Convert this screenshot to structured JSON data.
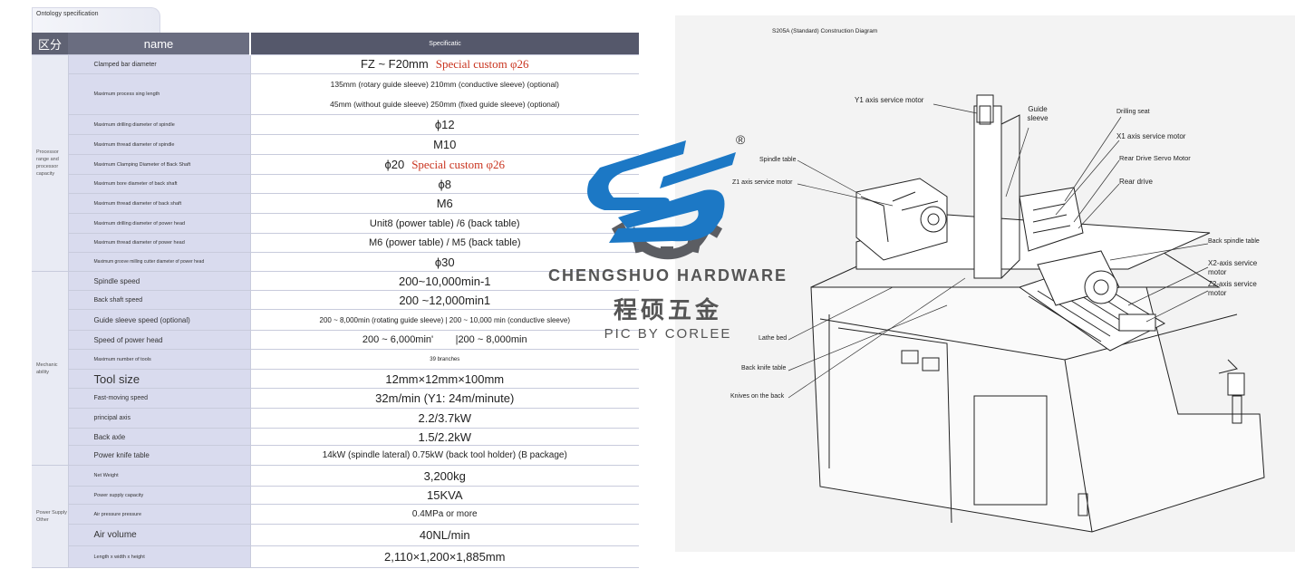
{
  "spec": {
    "tab_label": "Ontology specification",
    "headers": {
      "category": "区分",
      "name": "name",
      "spec": "Specificatic"
    },
    "categories": {
      "processing": "Processor range and processor capacity",
      "mechanic": "Mechanic ability",
      "power": "Power Supply Other"
    },
    "rows": [
      {
        "name": "Clamped bar diameter",
        "value": "FZ ~ F20mm",
        "note": "Special custom φ26"
      },
      {
        "name": "Maximum process sing length",
        "value": "135mm (rotary guide sleeve) 210mm (conductive sleeve) (optional)",
        "value2": "45mm (without guide sleeve) 250mm (fixed guide sleeve) (optional)"
      },
      {
        "name": "Maximum drilling diameter of spindle",
        "value": "ϕ12"
      },
      {
        "name": "Maximum thread diameter of spindle",
        "value": "M10"
      },
      {
        "name": "Maximum Clamping Diameter of Back Shaft",
        "value": "ϕ20",
        "note": "Special custom φ26"
      },
      {
        "name": "Maximum bore diameter of back shaft",
        "value": "ϕ8"
      },
      {
        "name": "Maximum thread diameter of back shaft",
        "value": "M6"
      },
      {
        "name": "Maximum drilling diameter of power head",
        "value": "Unit8 (power table) /6 (back table)"
      },
      {
        "name": "Maximum thread diameter of power head",
        "value": "M6 (power table) / M5 (back table)"
      },
      {
        "name": "Maximum groove milling cutter diameter of power head",
        "value": "ϕ30"
      },
      {
        "name": "Spindle speed",
        "value": "200~10,000min-1"
      },
      {
        "name": "Back shaft speed",
        "value": "200 ~12,000min1"
      },
      {
        "name": "Guide sleeve speed (optional)",
        "value": "200 ~ 8,000min (rotating guide sleeve) | 200 ~ 10,000 min (conductive sleeve)"
      },
      {
        "name": "Speed of power head",
        "value": "200 ~ 6,000min'        |200 ~ 8,000min"
      },
      {
        "name": "Maximum number of tools",
        "value": "39 branches"
      },
      {
        "name": "Tool size",
        "value": "12mm×12mm×100mm"
      },
      {
        "name": "Fast-moving speed",
        "value": "32m/min (Y1: 24m/minute)"
      },
      {
        "name": "principal axis",
        "value": "2.2/3.7kW"
      },
      {
        "name": "Back axle",
        "value": "1.5/2.2kW"
      },
      {
        "name": "Power knife table",
        "value": "14kW (spindle lateral) 0.75kW (back tool holder) (B package)"
      },
      {
        "name": "Net Weight",
        "value": "3,200kg"
      },
      {
        "name": "Power supply capacity",
        "value": "15KVA"
      },
      {
        "name": "Air pressure pressure",
        "value": "0.4MPa or more"
      },
      {
        "name": "Air volume",
        "value": "40NL/min"
      },
      {
        "name": "Length x width x height",
        "value": "2,110×1,200×1,885mm"
      }
    ]
  },
  "diagram": {
    "title": "S205A (Standard) Construction Diagram",
    "labels": {
      "y1": "Y1 axis service motor",
      "guide": "Guide sleeve",
      "drill": "Drilling seat",
      "x1": "X1 axis service motor",
      "rear_servo": "Rear Drive Servo Motor",
      "rear_drive": "Rear drive",
      "spindle_table": "Spindle table",
      "z1": "Z1 axis service motor",
      "back_spindle": "Back spindle table",
      "x2": "X2-axis service motor",
      "z2": "Z2-axis service motor",
      "lathe_bed": "Lathe bed",
      "back_knife": "Back knife table",
      "knives": "Knives on the back"
    }
  },
  "watermark": {
    "brand": "CHENGSHUO HARDWARE",
    "chinese": "程硕五金",
    "credit": "PIC BY CORLEE",
    "registered": "®"
  }
}
